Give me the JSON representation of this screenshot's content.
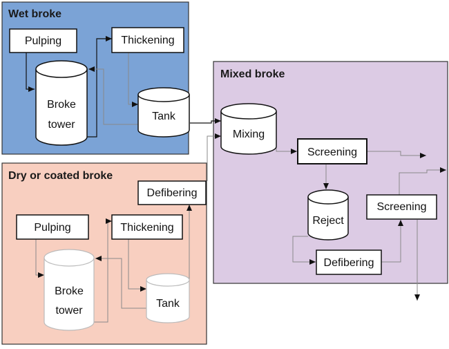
{
  "colors": {
    "wet_fill": "#7ba3d6",
    "dry_fill": "#f8cfc0",
    "mixed_fill": "#dccbe4",
    "border": "#333333",
    "node_fill": "#ffffff",
    "gray_line": "#8a8a8a",
    "dark_line": "#111111"
  },
  "regions": {
    "wet": {
      "title": "Wet broke"
    },
    "dry": {
      "title": "Dry or coated broke"
    },
    "mixed": {
      "title": "Mixed broke"
    }
  },
  "nodes": {
    "wet_pulping": "Pulping",
    "wet_thickening": "Thickening",
    "wet_broke_tower_line1": "Broke",
    "wet_broke_tower_line2": "tower",
    "wet_tank": "Tank",
    "dry_defibering": "Defibering",
    "dry_pulping": "Pulping",
    "dry_thickening": "Thickening",
    "dry_broke_tower_line1": "Broke",
    "dry_broke_tower_line2": "tower",
    "dry_tank": "Tank",
    "mixing": "Mixing",
    "screening_1": "Screening",
    "reject": "Reject",
    "screening_2": "Screening",
    "mixed_defibering": "Defibering"
  }
}
